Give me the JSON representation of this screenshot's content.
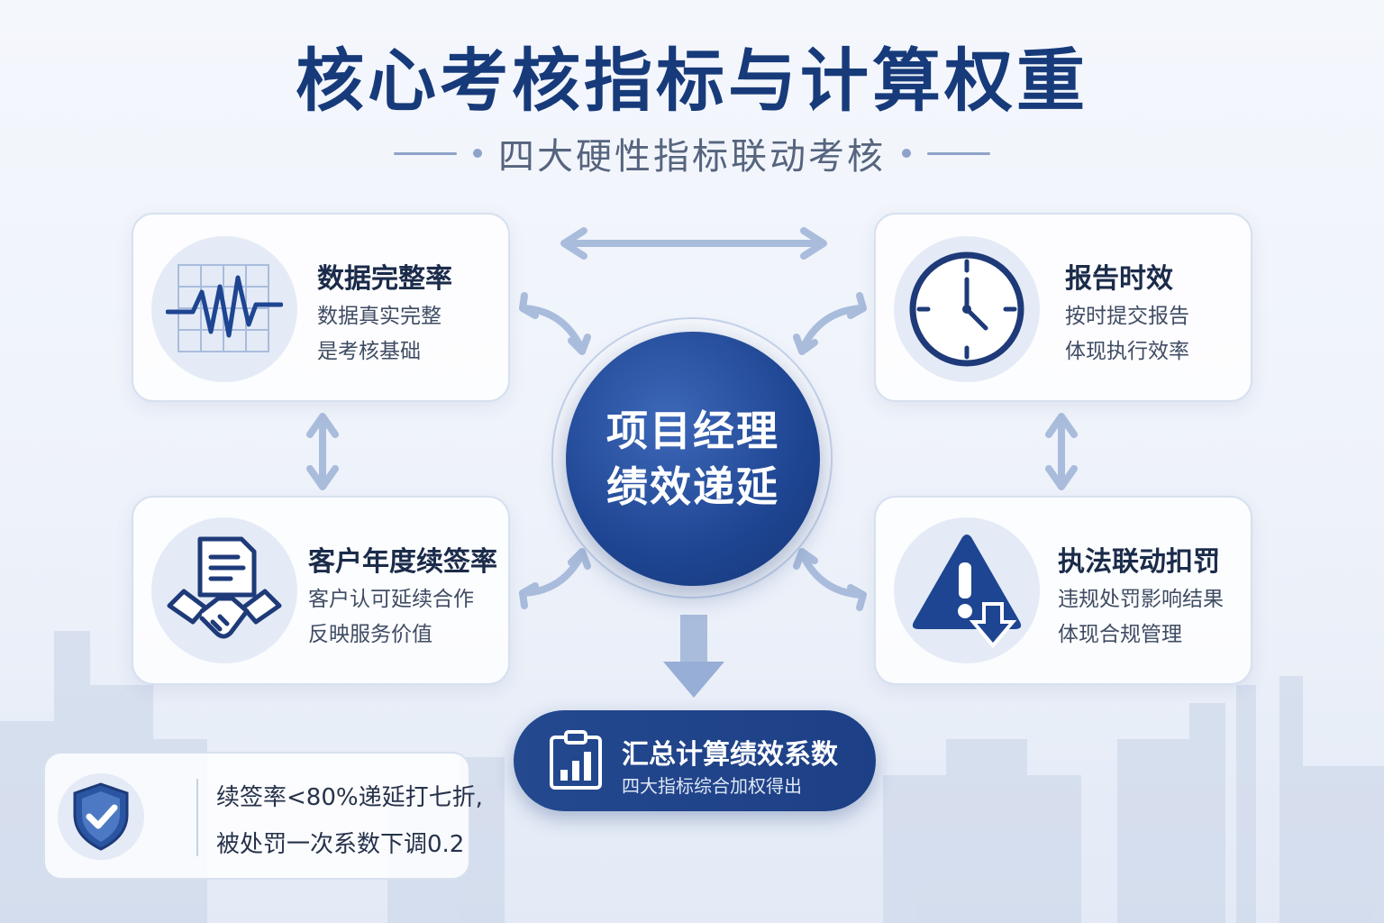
{
  "title": "核心考核指标与计算权重",
  "subtitle": "四大硬性指标联动考核",
  "center": {
    "line1": "项目经理",
    "line2": "绩效递延"
  },
  "cards": {
    "data_integrity": {
      "title": "数据完整率",
      "desc1": "数据真实完整",
      "desc2": "是考核基础",
      "icon": "pulse-chart-icon"
    },
    "report_timeliness": {
      "title": "报告时效",
      "desc1": "按时提交报告",
      "desc2": "体现执行效率",
      "icon": "clock-icon"
    },
    "renewal_rate": {
      "title": "客户年度续签率",
      "desc1": "客户认可延续合作",
      "desc2": "反映服务价值",
      "icon": "handshake-document-icon"
    },
    "enforcement_penalty": {
      "title": "执法联动扣罚",
      "desc1": "违规处罚影响结果",
      "desc2": "体现合规管理",
      "icon": "warning-down-icon"
    }
  },
  "summary": {
    "title": "汇总计算绩效系数",
    "sub": "四大指标综合加权得出",
    "icon": "clipboard-chart-icon"
  },
  "note": {
    "line1": "续签率<80%递延打七折,",
    "line2": "被处罚一次系数下调0.2",
    "icon": "shield-check-icon"
  },
  "colors": {
    "primary": "#1e4592",
    "title": "#173a7a",
    "arrow": "#9fb4d8",
    "card_border": "#d6e0ef"
  }
}
